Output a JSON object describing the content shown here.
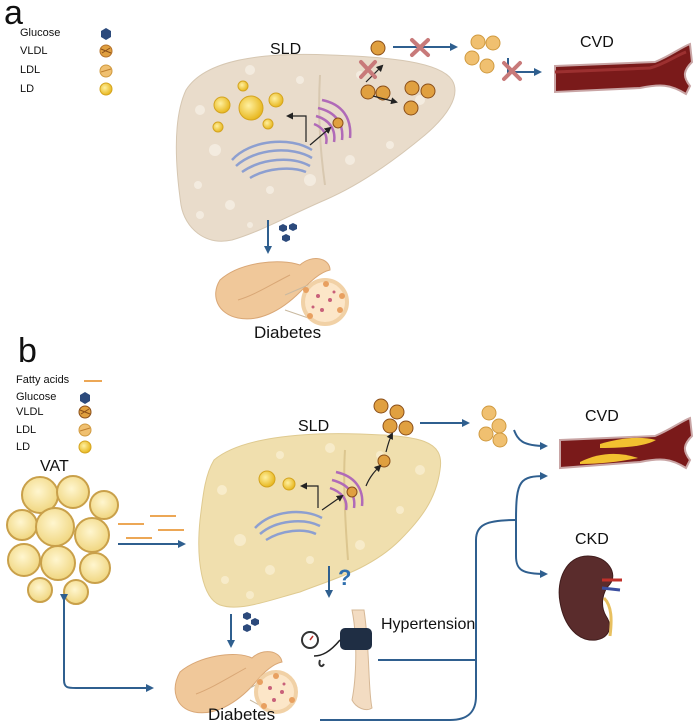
{
  "panel_a": {
    "letter": "a",
    "legend": {
      "glucose": "Glucose",
      "vldl": "VLDL",
      "ldl": "LDL",
      "ld": "LD"
    },
    "liver_label": "SLD",
    "cvd_label": "CVD",
    "diabetes_label": "Diabetes"
  },
  "panel_b": {
    "letter": "b",
    "legend": {
      "fatty_acids": "Fatty acids",
      "glucose": "Glucose",
      "vldl": "VLDL",
      "ldl": "LDL",
      "ld": "LD"
    },
    "vat_label": "VAT",
    "liver_label": "SLD",
    "cvd_label": "CVD",
    "ckd_label": "CKD",
    "hypertension_label": "Hypertension",
    "question_mark": "?",
    "diabetes_label": "Diabetes"
  },
  "colors": {
    "arrow_blue": "#2f5f8f",
    "block_cross": "#c87a7a",
    "glucose": "#2c4a7c",
    "vldl": "#e0a040",
    "ldl": "#f0c070",
    "ld": "#f2cc3a",
    "liver_a": "#e9dccb",
    "liver_b": "#f0dfae",
    "vessel": "#7a1a1a",
    "plaque": "#f2c030",
    "fatty_acid": "#e58a1f",
    "golgi": "#b06ab8",
    "er": "#8d9fd0",
    "kidney": "#5a2c2c",
    "pancreas": "#f0c89a"
  }
}
